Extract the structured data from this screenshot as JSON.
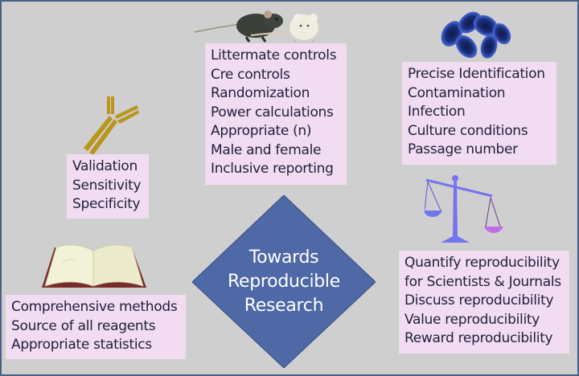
{
  "center": {
    "lines": [
      "Towards",
      "Reproducible",
      "Research"
    ],
    "fill_color": "#4f68a6"
  },
  "boxes": {
    "antibody": {
      "icon": "antibody-icon",
      "items": [
        "Validation",
        "Sensitivity",
        "Specificity"
      ]
    },
    "animals": {
      "icon": "mice-icon",
      "items": [
        "Littermate controls",
        "Cre controls",
        "Randomization",
        "Power calculations",
        "Appropriate (n)",
        "Male and female",
        "Inclusive reporting"
      ]
    },
    "cells": {
      "icon": "cells-icon",
      "items": [
        "Precise Identification",
        "Contamination",
        "Infection",
        "Culture conditions",
        "Passage number"
      ]
    },
    "methods": {
      "icon": "open-book-icon",
      "items": [
        "Comprehensive methods",
        "Source of all reagents",
        "Appropriate statistics"
      ]
    },
    "incentives": {
      "icon": "scales-icon",
      "items": [
        "Quantify reproducibility",
        "for Scientists & Journals",
        "Discuss reproducibility",
        "Value reproducibility",
        "Reward reproducibility"
      ]
    }
  },
  "colors": {
    "background": "#cfcfcf",
    "border": "#4a5f86",
    "box_fill": "#f2dcf2",
    "text": "#1f1f3a",
    "diamond": "#4f68a6",
    "antibody": "#b8961e",
    "scales": "#7474ee"
  }
}
